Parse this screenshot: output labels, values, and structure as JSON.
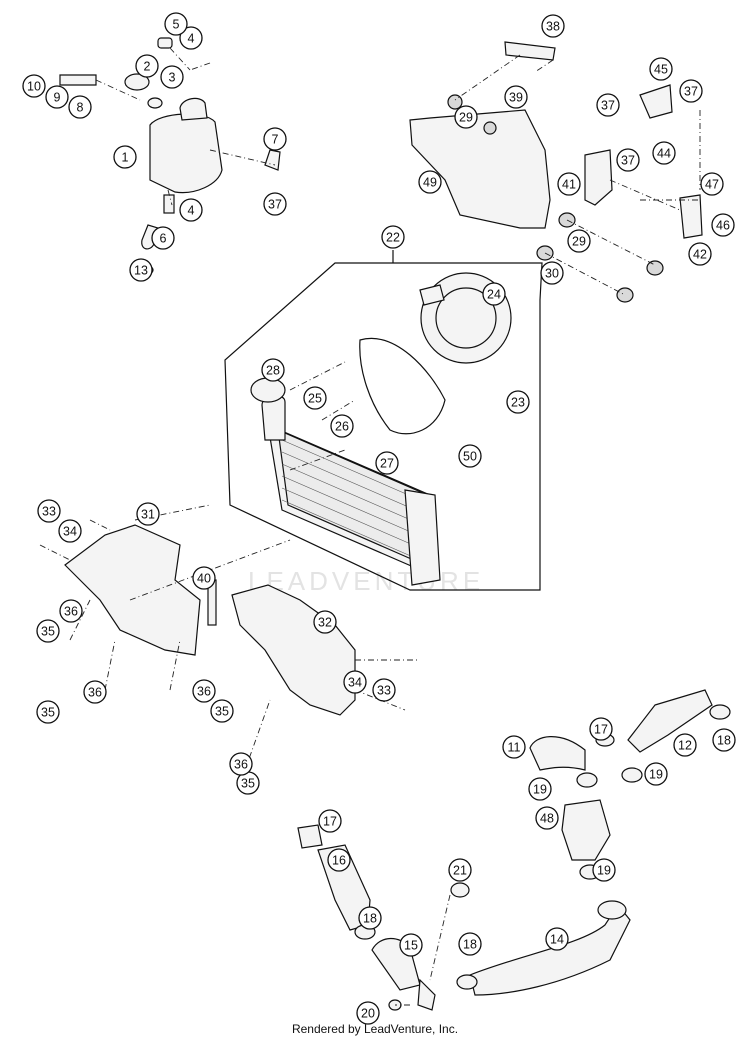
{
  "diagram": {
    "watermark": "LEADVENTURE",
    "credit": "Rendered by LeadVenture, Inc.",
    "callout_labels": [
      "1",
      "2",
      "3",
      "4",
      "4",
      "5",
      "6",
      "7",
      "8",
      "9",
      "10",
      "11",
      "12",
      "13",
      "14",
      "15",
      "16",
      "17",
      "17",
      "18",
      "18",
      "18",
      "19",
      "19",
      "19",
      "20",
      "21",
      "22",
      "23",
      "24",
      "25",
      "26",
      "27",
      "28",
      "29",
      "29",
      "30",
      "31",
      "32",
      "33",
      "33",
      "34",
      "34",
      "35",
      "35",
      "35",
      "35",
      "36",
      "36",
      "36",
      "36",
      "37",
      "37",
      "37",
      "37",
      "38",
      "39",
      "40",
      "41",
      "42",
      "44",
      "45",
      "46",
      "47",
      "48",
      "49",
      "50"
    ]
  }
}
